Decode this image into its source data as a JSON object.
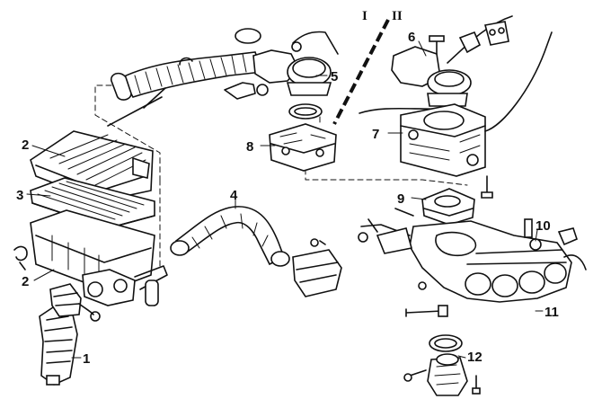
{
  "sections": {
    "left": "I",
    "right": "II"
  },
  "callouts": [
    {
      "id": "c2a",
      "text": "2"
    },
    {
      "id": "c3",
      "text": "3"
    },
    {
      "id": "c2b",
      "text": "2"
    },
    {
      "id": "c1",
      "text": "1"
    },
    {
      "id": "c4",
      "text": "4"
    },
    {
      "id": "c5",
      "text": "5"
    },
    {
      "id": "c6",
      "text": "6"
    },
    {
      "id": "c7",
      "text": "7"
    },
    {
      "id": "c8",
      "text": "8"
    },
    {
      "id": "c9",
      "text": "9"
    },
    {
      "id": "c10",
      "text": "10"
    },
    {
      "id": "c11",
      "text": "11"
    },
    {
      "id": "c12",
      "text": "12"
    }
  ]
}
